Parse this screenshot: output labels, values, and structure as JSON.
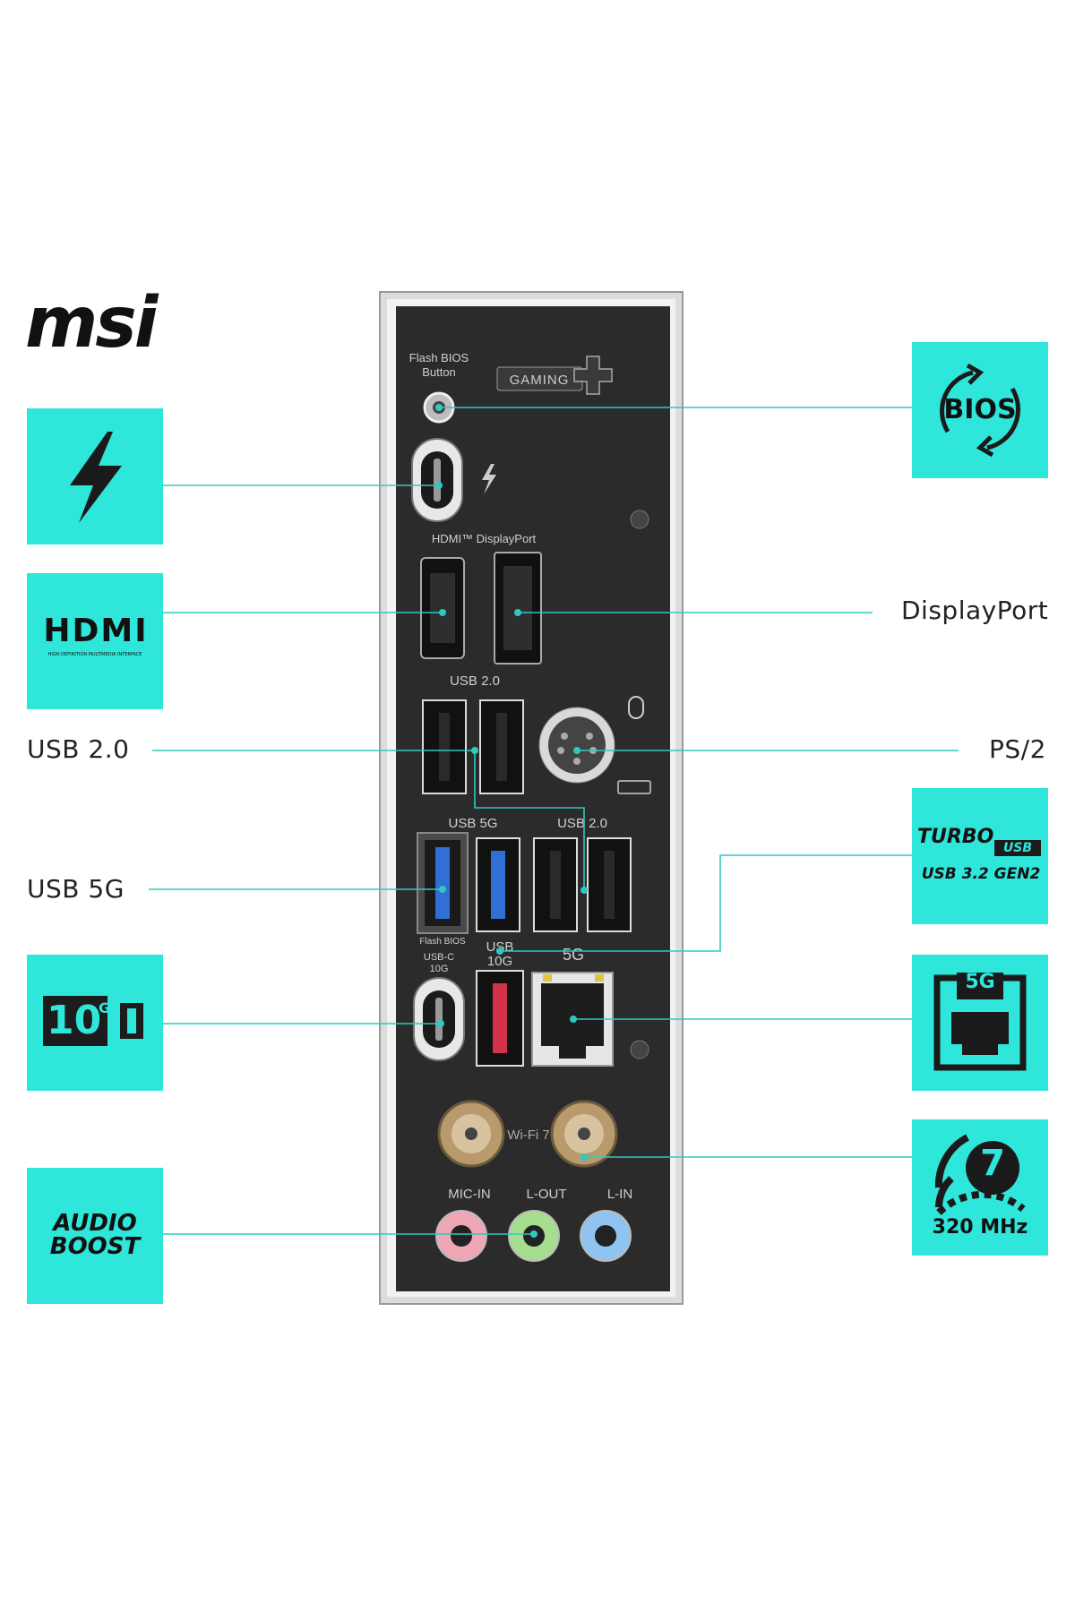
{
  "brand": {
    "logo_text": "msi"
  },
  "colors": {
    "accent": "#2ee6da",
    "panel": "#2b2b2b",
    "leader": "#2ec9c0"
  },
  "panel": {
    "flash_bios_button": "Flash BIOS\nButton",
    "gaming_badge": "GAMING",
    "hdmi_dp_label": "HDMI™ DisplayPort",
    "usb20_top_label": "USB 2.0",
    "usb5g_label": "USB 5G",
    "usb20_mid_label": "USB 2.0",
    "flash_bios_small": "Flash BIOS",
    "usb_c_10g_label": "USB-C\n10G",
    "usb_10g_label": "USB\n10G",
    "lan_5g_label": "5G",
    "wifi7_label": "Wi-Fi 7",
    "mic_in_label": "MIC-IN",
    "l_out_label": "L-OUT",
    "l_in_label": "L-IN"
  },
  "left_labels": {
    "usb20": "USB 2.0",
    "usb5g": "USB 5G"
  },
  "right_labels": {
    "displayport": "DisplayPort",
    "ps2": "PS/2"
  },
  "tiles": {
    "thunderbolt": {
      "icon": "lightning-bolt-icon"
    },
    "hdmi": {
      "text": "HDMI",
      "subtext": "HIGH-DEFINITION MULTIMEDIA INTERFACE"
    },
    "usb10g": {
      "text": "10",
      "superscript": "G"
    },
    "audio_boost": {
      "line1": "AUDIO",
      "line2": "BOOST"
    },
    "bios": {
      "text": "BIOS"
    },
    "turbo_usb": {
      "line1": "TURBO",
      "badge": "USB",
      "line2": "USB 3.2 GEN2"
    },
    "lan_5g": {
      "text": "5G"
    },
    "wifi7": {
      "number": "7",
      "text": "320 MHz"
    }
  }
}
